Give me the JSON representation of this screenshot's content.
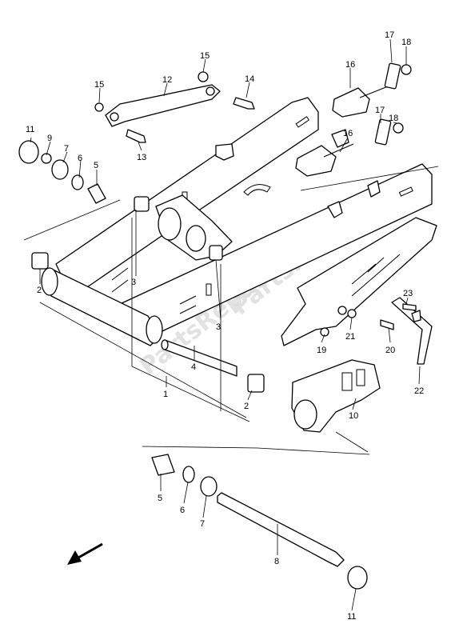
{
  "watermark": "PartsRepublik",
  "callouts": {
    "c1": "1",
    "c2a": "2",
    "c2b": "2",
    "c3a": "3",
    "c3b": "3",
    "c4": "4",
    "c5a": "5",
    "c5b": "5",
    "c6a": "6",
    "c6b": "6",
    "c7a": "7",
    "c7b": "7",
    "c8": "8",
    "c9": "9",
    "c10": "10",
    "c11a": "11",
    "c11b": "11",
    "c12": "12",
    "c13": "13",
    "c14": "14",
    "c15a": "15",
    "c15b": "15",
    "c16a": "16",
    "c16b": "16",
    "c17a": "17",
    "c17b": "17",
    "c18a": "18",
    "c18b": "18",
    "c19": "19",
    "c20": "20",
    "c21": "21",
    "c22": "22",
    "c23": "23"
  }
}
